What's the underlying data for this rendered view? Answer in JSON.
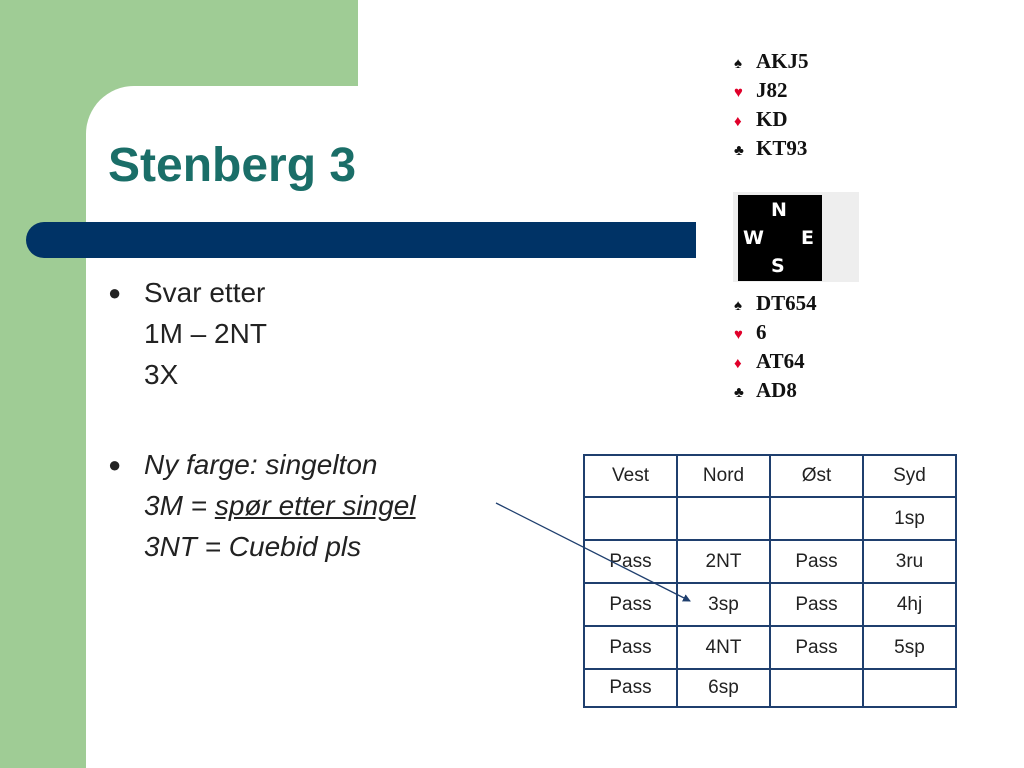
{
  "slide": {
    "title": "Stenberg 3",
    "bullets": [
      {
        "lines": [
          "Svar etter",
          "1M – 2NT",
          "3X"
        ]
      },
      {
        "line1": "Ny farge: singelton",
        "line2_prefix": "3M = ",
        "line2_link": "spør etter singel",
        "line3": "3NT = Cuebid pls"
      }
    ]
  },
  "hands": {
    "north": [
      {
        "suit": "♠",
        "cards": "AKJ5",
        "color": "#111111"
      },
      {
        "suit": "♥",
        "cards": "J82",
        "color": "#e0002a"
      },
      {
        "suit": "♦",
        "cards": "KD",
        "color": "#e0002a"
      },
      {
        "suit": "♣",
        "cards": "KT93",
        "color": "#111111"
      }
    ],
    "south": [
      {
        "suit": "♠",
        "cards": "DT654",
        "color": "#111111"
      },
      {
        "suit": "♥",
        "cards": "6",
        "color": "#e0002a"
      },
      {
        "suit": "♦",
        "cards": "AT64",
        "color": "#e0002a"
      },
      {
        "suit": "♣",
        "cards": "AD8",
        "color": "#111111"
      }
    ]
  },
  "compass": {
    "n": "N",
    "w": "W",
    "e": "E",
    "s": "S"
  },
  "bidding": {
    "headers": [
      "Vest",
      "Nord",
      "Øst",
      "Syd"
    ],
    "rows": [
      [
        "",
        "",
        "",
        "1sp"
      ],
      [
        "Pass",
        "2NT",
        "Pass",
        "3ru"
      ],
      [
        "Pass",
        "3sp",
        "Pass",
        "4hj"
      ],
      [
        "Pass",
        "4NT",
        "Pass",
        "5sp"
      ],
      [
        "Pass",
        "6sp",
        "",
        ""
      ]
    ]
  },
  "colors": {
    "title": "#1a6e68",
    "bar": "#003366",
    "green": "#9fcc95",
    "table_border": "#1f3f6e"
  }
}
